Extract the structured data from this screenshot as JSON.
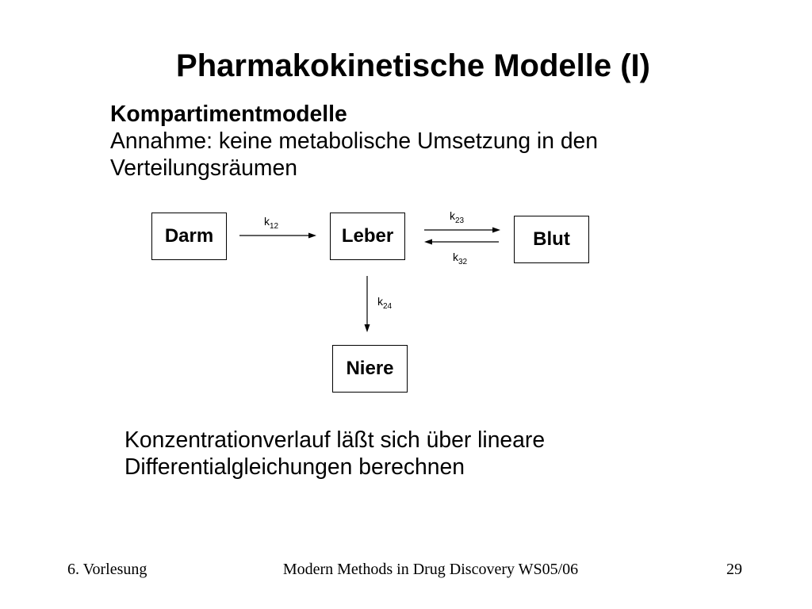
{
  "slide": {
    "title": "Pharmakokinetische Modelle (I)",
    "heading": "Kompartimentmodelle",
    "intro_lines": [
      "Annahme: keine metabolische Umsetzung in den",
      "Verteilungsräumen"
    ],
    "conclusion_lines": [
      "Konzentrationverlauf läßt sich über lineare",
      "Differentialgleichungen berechnen"
    ]
  },
  "diagram": {
    "compartments": [
      {
        "label": "Darm"
      },
      {
        "label": "Leber"
      },
      {
        "label": "Blut"
      },
      {
        "label": "Niere"
      }
    ],
    "rate_constants": [
      {
        "symbol": "k",
        "subscript": "12",
        "from": 0,
        "to": 1
      },
      {
        "symbol": "k",
        "subscript": "23",
        "from": 1,
        "to": 2
      },
      {
        "symbol": "k",
        "subscript": "32",
        "from": 2,
        "to": 1
      },
      {
        "symbol": "k",
        "subscript": "24",
        "from": 1,
        "to": 3
      }
    ]
  },
  "footer": {
    "lecture": "6. Vorlesung",
    "course": "Modern Methods in Drug Discovery WS05/06",
    "page_number": "29"
  }
}
